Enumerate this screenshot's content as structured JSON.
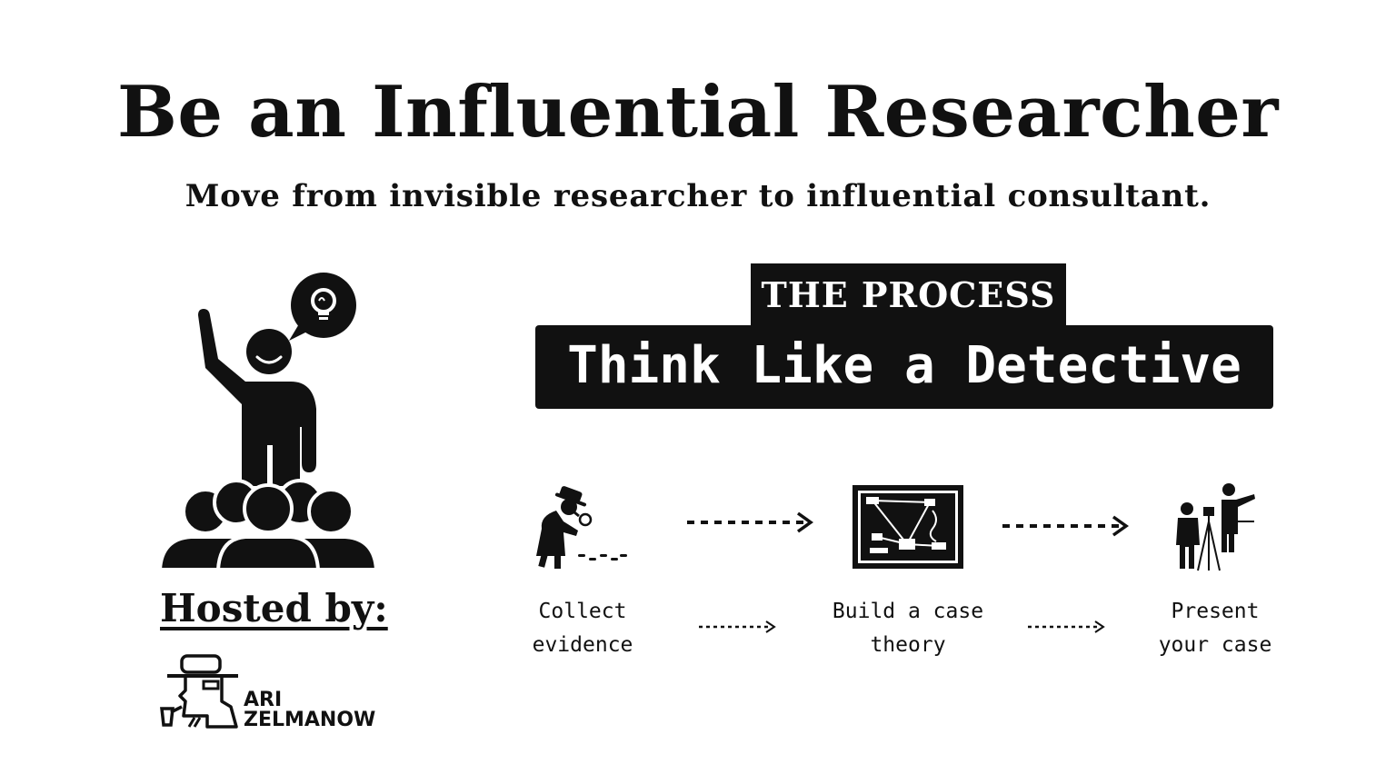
{
  "header": {
    "title": "Be an Influential Researcher",
    "subtitle": "Move from invisible researcher to influential consultant."
  },
  "process": {
    "label": "THE PROCESS",
    "banner": "Think Like a Detective",
    "steps": [
      {
        "line1": "Collect",
        "line2": "evidence",
        "icon": "detective-footprints-icon"
      },
      {
        "line1": "Build a case",
        "line2": "theory",
        "icon": "evidence-board-icon"
      },
      {
        "line1": "Present",
        "line2": "your case",
        "icon": "presenter-easel-icon"
      }
    ]
  },
  "host": {
    "label": "Hosted by:",
    "name_line1": "ARI",
    "name_line2": "ZELMANOW"
  },
  "colors": {
    "ink": "#111111",
    "paper": "#ffffff"
  },
  "icons": {
    "speaker": "speaker-audience-icon",
    "bulb": "lightbulb-icon",
    "logo": "detective-logo-icon"
  }
}
